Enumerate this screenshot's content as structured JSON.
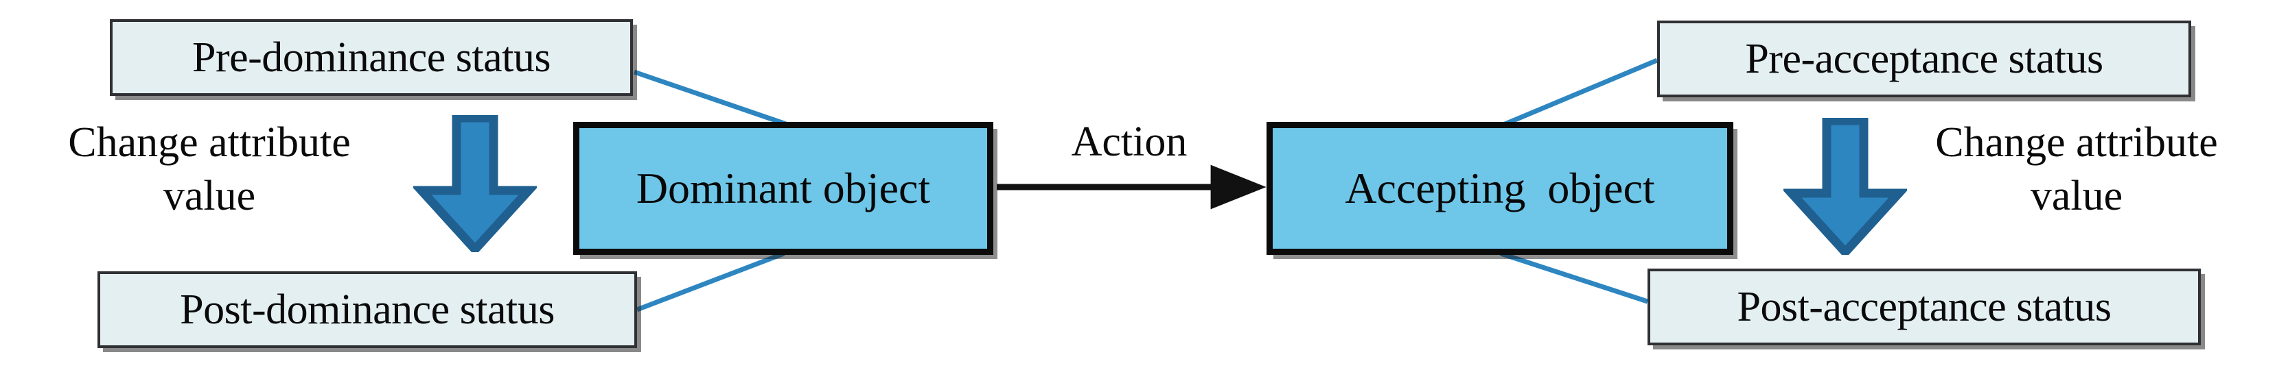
{
  "diagram": {
    "title": "Object interaction status-change diagram",
    "colors": {
      "object_fill": "#6EC6E8",
      "object_border": "#0B0B0B",
      "status_fill": "#E4EFF2",
      "status_border": "#2F3033",
      "connector_line": "#2E86C1",
      "block_arrow_fill": "#2E86C1",
      "block_arrow_border": "#1F6091",
      "action_arrow": "#111111",
      "text": "#0A0A0A",
      "background": "#FFFFFF"
    },
    "nodes": {
      "pre_dominance": {
        "label": "Pre-dominance status"
      },
      "post_dominance": {
        "label": "Post-dominance status"
      },
      "dominant_object": {
        "label": "Dominant object"
      },
      "accepting_object": {
        "label": "Accepting  object"
      },
      "pre_acceptance": {
        "label": "Pre-acceptance status"
      },
      "post_acceptance": {
        "label": "Post-acceptance status"
      }
    },
    "captions": {
      "left_change": "Change attribute\nvalue",
      "right_change": "Change attribute\nvalue",
      "action": "Action"
    },
    "icons": {
      "left_down_arrow": "down-block-arrow-icon",
      "right_down_arrow": "down-block-arrow-icon",
      "action_arrow": "right-arrow-icon"
    },
    "edges": [
      {
        "from": "pre_dominance",
        "to": "dominant_object",
        "style": "thin-blue-line"
      },
      {
        "from": "post_dominance",
        "to": "dominant_object",
        "style": "thin-blue-line"
      },
      {
        "from": "pre_acceptance",
        "to": "accepting_object",
        "style": "thin-blue-line"
      },
      {
        "from": "post_acceptance",
        "to": "accepting_object",
        "style": "thin-blue-line"
      },
      {
        "from": "dominant_object",
        "to": "accepting_object",
        "style": "black-arrow",
        "label": "Action"
      }
    ]
  }
}
